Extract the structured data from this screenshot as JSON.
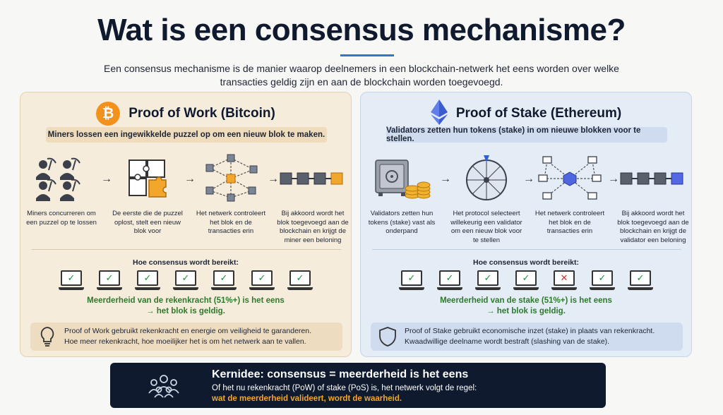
{
  "title": "Wat is een consensus mechanisme?",
  "subtitle": "Een consensus mechanisme is de manier waarop deelnemers in een blockchain-netwerk het eens worden over welke transacties geldig zijn en aan de blockchain worden toegevoegd.",
  "colors": {
    "pow_bg": "#f6ecdc",
    "pos_bg": "#e4ecf6",
    "bitcoin": "#f2921c",
    "ethereum": "#627eea",
    "check": "#1f8a3a",
    "cross": "#d32f2f",
    "majority": "#2d7a2b",
    "key_bg": "#0f1a2e",
    "key_emph": "#f2a62b"
  },
  "pow": {
    "title": "Proof of Work (Bitcoin)",
    "coin_symbol": "₿",
    "banner": "Miners lossen een ingewikkelde puzzel op om een nieuw blok te maken.",
    "steps": [
      {
        "icon": "miners-icon",
        "text": "Miners concurreren om een puzzel op te lossen"
      },
      {
        "icon": "puzzle-icon",
        "text": "De eerste die de puzzel oplost, stelt een nieuw blok voor"
      },
      {
        "icon": "network-icon",
        "text": "Het netwerk controleert het blok en de transacties erin"
      },
      {
        "icon": "blockchain-icon",
        "text": "Bij akkoord wordt het blok toegevoegd aan de blockchain en krijgt de miner een beloning"
      }
    ],
    "how_label": "Hoe consensus wordt bereikt:",
    "votes": [
      "check",
      "check",
      "check",
      "check",
      "check",
      "check",
      "check"
    ],
    "majority_line1": "Meerderheid van de rekenkracht (51%+) is het eens",
    "majority_line2": "→ het blok is geldig.",
    "note_icon": "lightbulb-icon",
    "note_line1": "Proof of Work gebruikt rekenkracht en energie om veiligheid te garanderen.",
    "note_line2": "Hoe meer rekenkracht, hoe moeilijker het is om het netwerk aan te vallen."
  },
  "pos": {
    "title": "Proof of Stake (Ethereum)",
    "banner": "Validators zetten hun tokens (stake) in om nieuwe blokken voor te stellen.",
    "steps": [
      {
        "icon": "vault-coins-icon",
        "text": "Validators zetten hun tokens (stake) vast als onderpand"
      },
      {
        "icon": "wheel-icon",
        "text": "Het protocol selecteert willekeurig een validator om een nieuw blok voor te stellen"
      },
      {
        "icon": "validator-network-icon",
        "text": "Het netwerk controleert het blok en de transacties erin"
      },
      {
        "icon": "blockchain-icon",
        "text": "Bij akkoord wordt het blok toegevoegd aan de blockchain en krijgt de validator een beloning"
      }
    ],
    "how_label": "Hoe consensus wordt bereikt:",
    "votes": [
      "check",
      "check",
      "check",
      "check",
      "cross",
      "check",
      "check"
    ],
    "majority_line1": "Meerderheid van de stake (51%+) is het eens",
    "majority_line2": "→ het blok is geldig.",
    "note_icon": "shield-icon",
    "note_line1": "Proof of Stake gebruikt economische inzet (stake) in plaats van rekenkracht.",
    "note_line2": "Kwaadwillige deelname wordt bestraft (slashing van de stake)."
  },
  "key": {
    "icon": "group-icon",
    "title": "Kernidee: consensus = meerderheid is het eens",
    "line": "Of het nu rekenkracht (PoW) of stake (PoS) is, het netwerk volgt de regel:",
    "emphasis": "wat de meerderheid valideert, wordt de waarheid."
  }
}
